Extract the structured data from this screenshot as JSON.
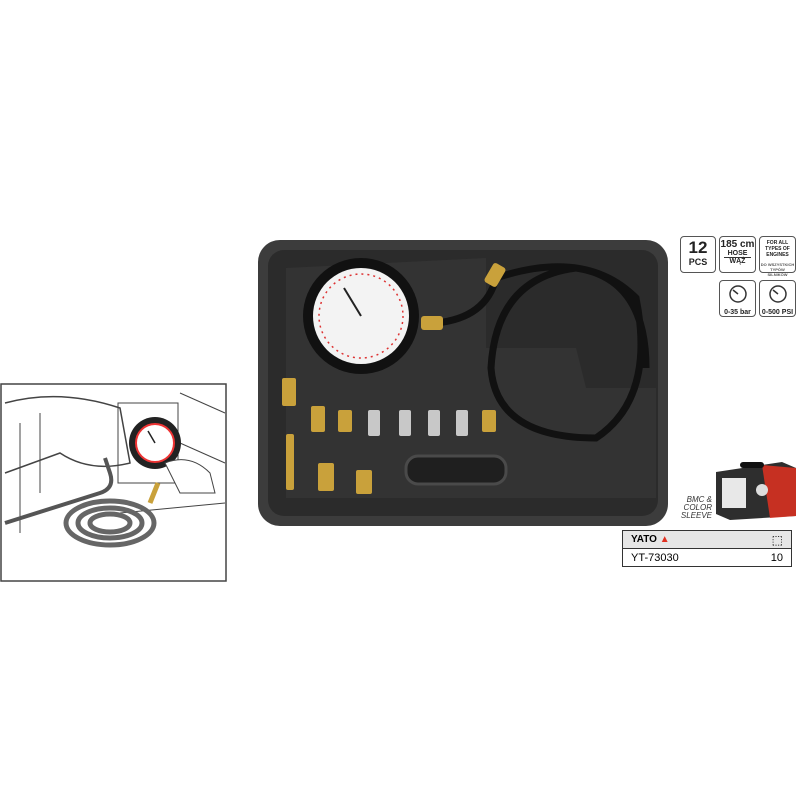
{
  "specs": {
    "pieces": {
      "value": "12",
      "unit": "PCS"
    },
    "hose": {
      "value": "185 cm",
      "label_en": "HOSE",
      "label_pl": "WĄŻ"
    },
    "engines": {
      "label_en": "FOR ALL TYPES OF ENGINES",
      "label_pl": "DO WSZYSTKICH TYPÓW SILNIKÓW"
    },
    "range_bar": "0-35 bar",
    "range_psi": "0-500 PSI"
  },
  "packaging": {
    "label": "BMC & COLOR SLEEVE"
  },
  "product_table": {
    "brand": "YATO",
    "code": "YT-73030",
    "quantity": "10",
    "box_icon": "box-icon"
  },
  "colors": {
    "case": "#3a3a3a",
    "brass": "#c9a13b",
    "brand_red": "#e03020"
  }
}
